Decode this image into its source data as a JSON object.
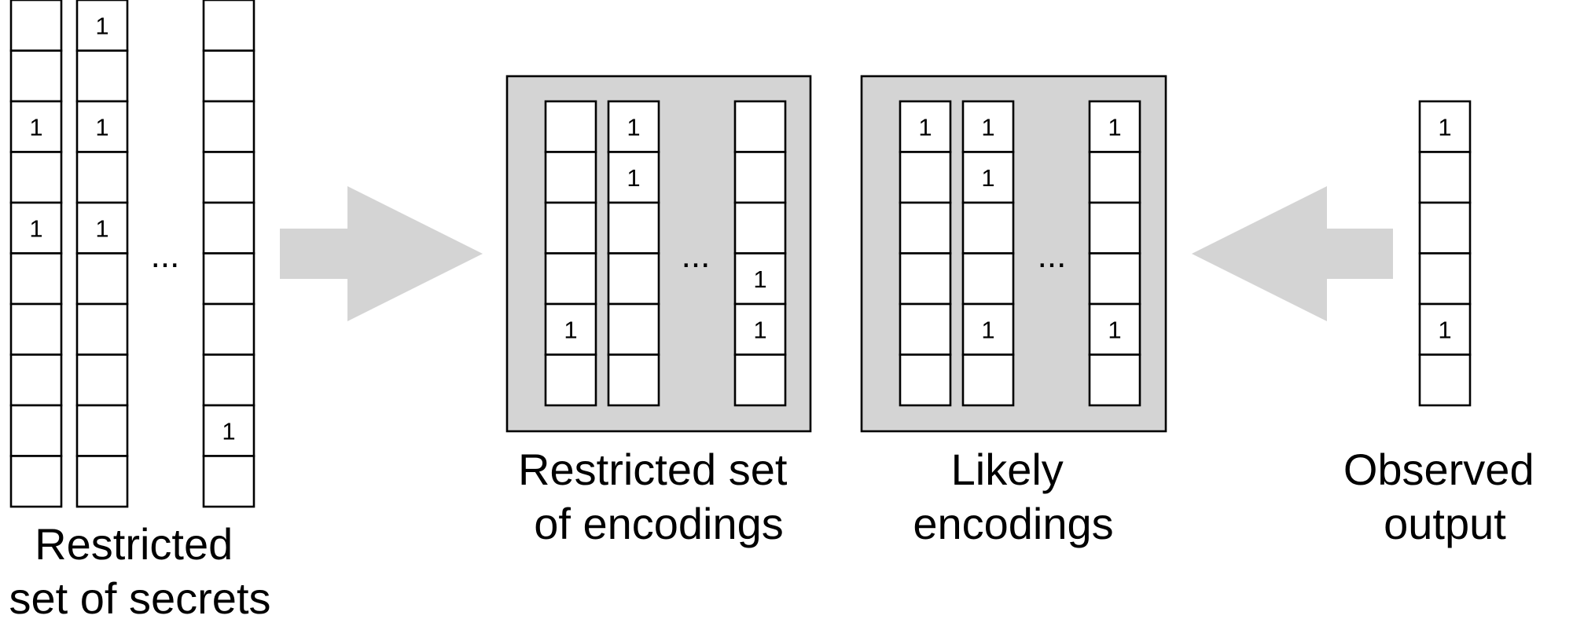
{
  "colors": {
    "panel_fill": "#d4d4d4",
    "arrow_fill": "#d4d4d4",
    "cell_stroke": "#000000",
    "text": "#000000"
  },
  "ellipsis": "...",
  "secrets": {
    "label_lines": [
      "Restricted",
      "set of secrets"
    ],
    "columns": [
      [
        "",
        "",
        "1",
        "",
        "1",
        "",
        "",
        "",
        "",
        ""
      ],
      [
        "1",
        "",
        "1",
        "",
        "1",
        "",
        "",
        "",
        "",
        ""
      ],
      [
        "",
        "",
        "",
        "",
        "",
        "",
        "",
        "",
        "1",
        ""
      ]
    ]
  },
  "arrow_right": {
    "direction": "right",
    "icon": "right-arrow-icon"
  },
  "encodings": {
    "label_lines": [
      "Restricted set",
      "of encodings"
    ],
    "columns": [
      [
        "",
        "",
        "",
        "",
        "1",
        ""
      ],
      [
        "1",
        "1",
        "",
        "",
        "",
        ""
      ],
      [
        "",
        "",
        "",
        "1",
        "1",
        ""
      ]
    ]
  },
  "likely": {
    "label_lines": [
      "Likely",
      "encodings"
    ],
    "columns": [
      [
        "1",
        "",
        "",
        "",
        "",
        ""
      ],
      [
        "1",
        "1",
        "",
        "",
        "1",
        ""
      ],
      [
        "1",
        "",
        "",
        "",
        "1",
        ""
      ]
    ]
  },
  "arrow_left": {
    "direction": "left",
    "icon": "left-arrow-icon"
  },
  "observed": {
    "label_lines": [
      "Observed",
      "output"
    ],
    "columns": [
      [
        "1",
        "",
        "",
        "",
        "1",
        ""
      ]
    ]
  }
}
